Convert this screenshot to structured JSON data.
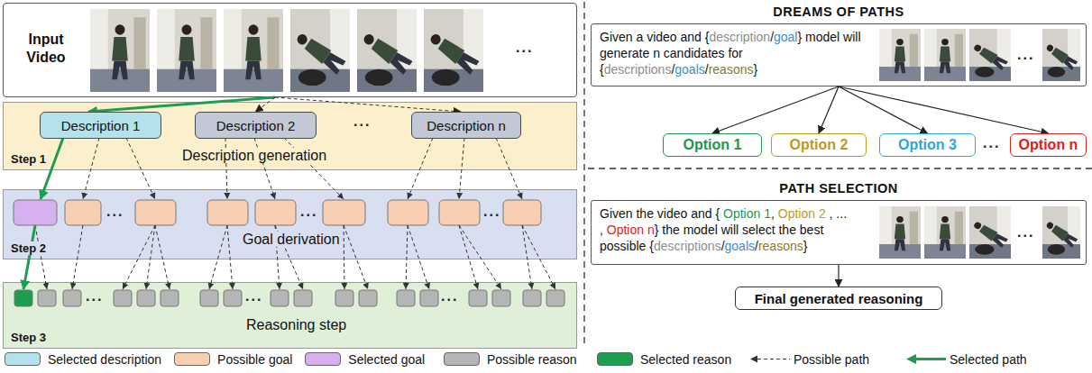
{
  "diagram": {
    "nodes": [
      {
        "text": [
          "Input Video"
        ]
      },
      {
        "text": [
          "Step 1",
          "Description generation"
        ]
      },
      {
        "text": [
          "Description 1"
        ],
        "in": 1
      },
      {
        "text": [
          "Description 2"
        ],
        "in": 1
      },
      {
        "text": [
          "Description n"
        ],
        "in": 1
      },
      {
        "text": [
          "Step 2",
          "Goal derivation"
        ]
      },
      {
        "text": [
          "Step 3",
          "Reasoning step"
        ]
      },
      {
        "text": [
          "DREAMS OF PATHS",
          "Given a video and {",
          "description",
          "/",
          "goal",
          "} model will generate n candidates for {",
          "descriptions",
          "/",
          "goals",
          "/",
          "reasons",
          "}"
        ]
      },
      {
        "text": [
          "Option 1"
        ]
      },
      {
        "text": [
          "Option 2"
        ]
      },
      {
        "text": [
          "Option 3"
        ]
      },
      {
        "text": [
          "Option n"
        ]
      },
      {
        "text": [
          "PATH SELECTION",
          "Given the video and {",
          "Option 1",
          ",",
          "Option 2",
          ", ... ,",
          "Option n",
          "} the model will select the best possible {",
          "descriptions",
          "/",
          "goals",
          "/",
          "reasons",
          "}"
        ]
      },
      {
        "text": [
          "Final generated reasoning"
        ]
      }
    ],
    "edges": [
      {
        "from": 0,
        "to": 2,
        "arrow": "to"
      },
      {
        "from": 0,
        "to": 3,
        "arrow": "to"
      },
      {
        "from": 0,
        "to": 4,
        "arrow": "to"
      },
      {
        "from": 7,
        "to": 8,
        "arrow": "to"
      },
      {
        "from": 7,
        "to": 9,
        "arrow": "to"
      },
      {
        "from": 7,
        "to": 10,
        "arrow": "to"
      },
      {
        "from": 7,
        "to": 11,
        "arrow": "to"
      },
      {
        "from": 12,
        "to": 13,
        "arrow": "to"
      }
    ],
    "labels": [
      "...",
      "...",
      "...",
      "...",
      "...",
      "...",
      "...",
      "...",
      "...",
      "...",
      "..."
    ],
    "legend": [
      {
        "text": "Selected description",
        "color": "#b3e2ea"
      },
      {
        "text": "Possible goal",
        "color": "#f9cfb3"
      },
      {
        "text": "Selected goal",
        "color": "#d7b0ef"
      },
      {
        "text": "Possible reason",
        "color": "#b5b5b5"
      },
      {
        "text": "Selected reason",
        "color": "#1d9e4e"
      },
      {
        "text": "Possible path"
      },
      {
        "text": "Selected path"
      }
    ]
  }
}
